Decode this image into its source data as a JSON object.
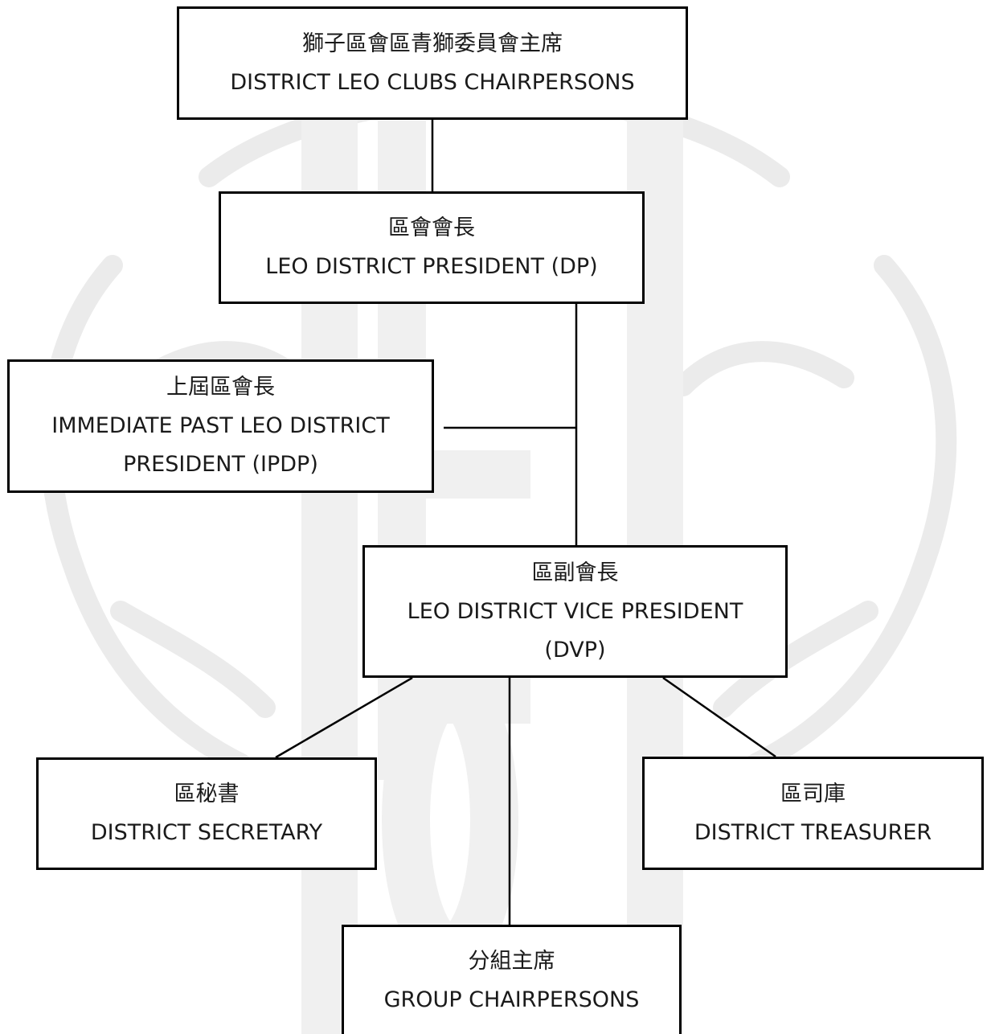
{
  "diagram": {
    "nodes": {
      "chair": {
        "zh": "獅子區會區青獅委員會主席",
        "en": "DISTRICT LEO CLUBS CHAIRPERSONS"
      },
      "dp": {
        "zh": "區會會長",
        "en": "LEO DISTRICT PRESIDENT (DP)"
      },
      "ipdp": {
        "zh": "上屆區會長",
        "en": "IMMEDIATE PAST LEO DISTRICT PRESIDENT (IPDP)"
      },
      "dvp": {
        "zh": "區副會長",
        "en": "LEO DISTRICT VICE PRESIDENT (DVP)"
      },
      "sec": {
        "zh": "區秘書",
        "en": "DISTRICT SECRETARY"
      },
      "tre": {
        "zh": "區司庫",
        "en": "DISTRICT TREASURER"
      },
      "group": {
        "zh": "分組主席",
        "en": "GROUP CHAIRPERSONS"
      }
    },
    "edges": [
      [
        "chair",
        "dp"
      ],
      [
        "dp",
        "dvp"
      ],
      [
        "ipdp",
        "dp-dvp-line"
      ],
      [
        "dvp",
        "sec"
      ],
      [
        "dvp",
        "tre"
      ],
      [
        "dvp",
        "group"
      ]
    ],
    "colors": {
      "box_border": "#000000",
      "line": "#000000",
      "watermark": "#e6e6e6"
    }
  }
}
